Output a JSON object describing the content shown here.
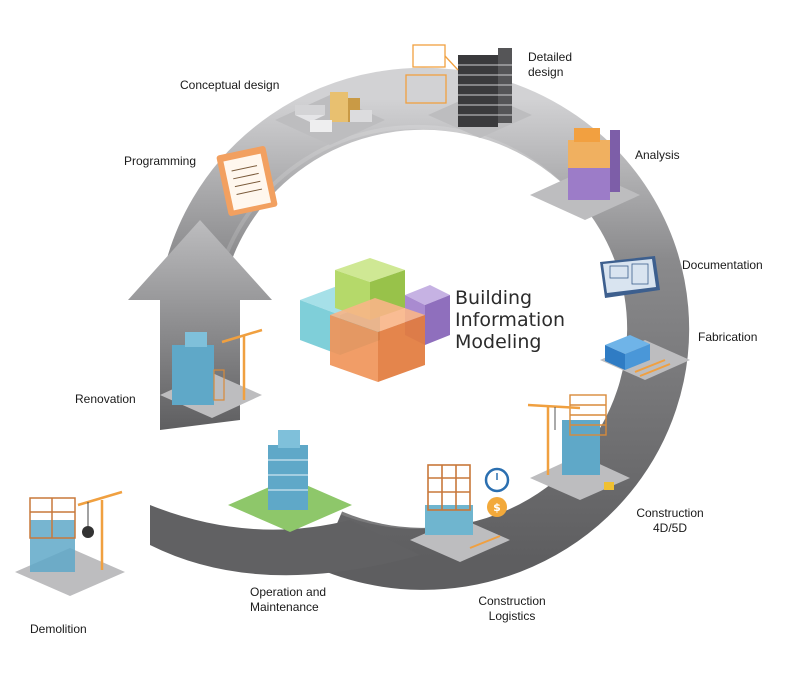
{
  "center": {
    "title_line1": "Building",
    "title_line2": "Information",
    "title_line3": "Modeling"
  },
  "stages": {
    "programming": "Programming",
    "conceptual_design": "Conceptual design",
    "detailed_design_1": "Detailed",
    "detailed_design_2": "design",
    "analysis": "Analysis",
    "documentation": "Documentation",
    "fabrication": "Fabrication",
    "construction_1": "Construction",
    "construction_2": "4D/5D",
    "logistics_1": "Construction",
    "logistics_2": "Logistics",
    "operation_1": "Operation and",
    "operation_2": "Maintenance",
    "renovation": "Renovation",
    "demolition": "Demolition"
  },
  "colors": {
    "ring": "#6e6e70",
    "ring_light": "#c9c9cb",
    "cube_cyan": "#7fcfd9",
    "cube_green": "#b5d96a",
    "cube_purple": "#a98bd0",
    "cube_orange": "#f0955a",
    "accent_orange": "#f0a040",
    "glass": "#5fa8c8"
  }
}
